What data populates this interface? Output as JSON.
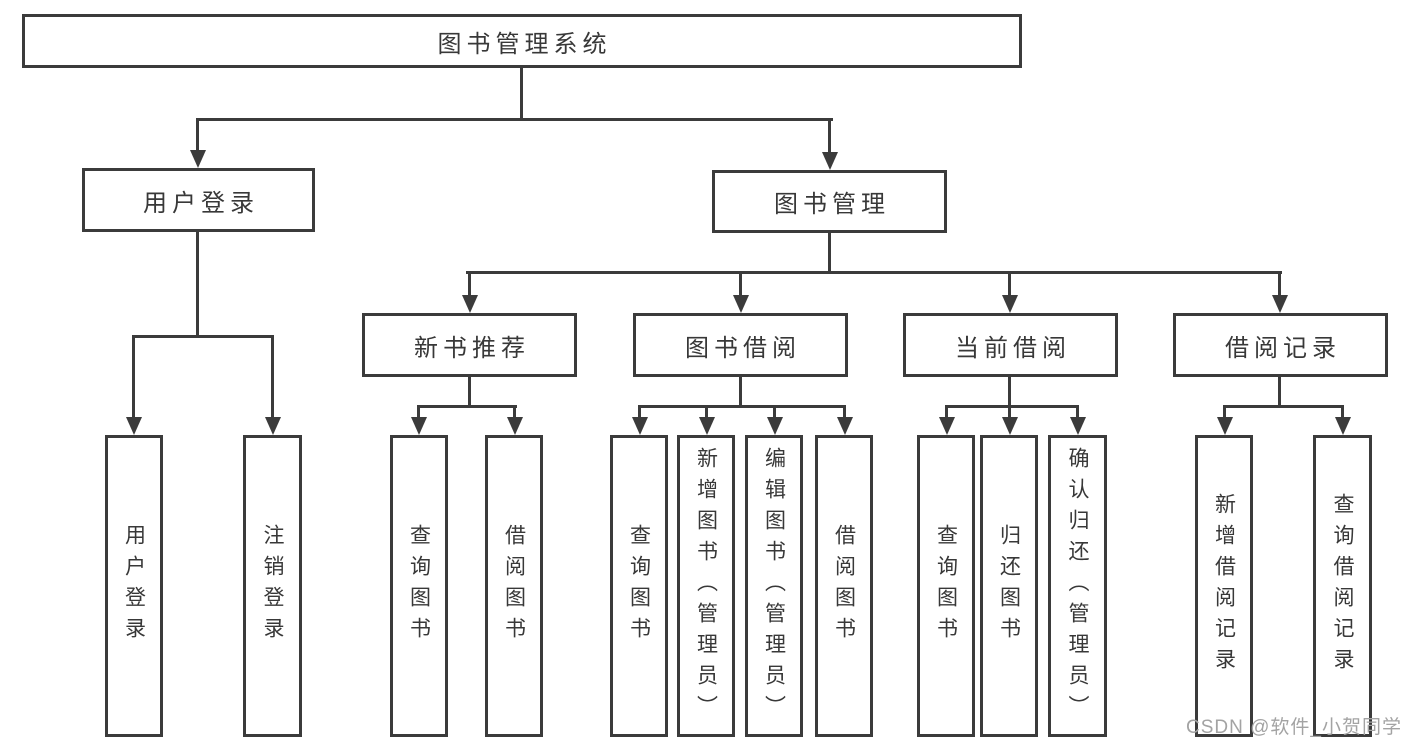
{
  "diagram": {
    "title": "图书管理系统",
    "level2": {
      "user_login": "用户登录",
      "book_management": "图书管理"
    },
    "level3": {
      "new_books": "新书推荐",
      "book_borrow": "图书借阅",
      "current_borrow": "当前借阅",
      "borrow_records": "借阅记录"
    },
    "leaves": {
      "user_login": "用户登录",
      "logout": "注销登录",
      "nb_query_books": "查询图书",
      "nb_borrow_books": "借阅图书",
      "bb_query_books": "查询图书",
      "bb_add_book": "新增图书（管理员）",
      "bb_edit_book": "编辑图书（管理员）",
      "bb_borrow_books": "借阅图书",
      "cb_query_books": "查询图书",
      "cb_return_book": "归还图书",
      "cb_confirm_return": "确认归还（管理员）",
      "br_add_record": "新增借阅记录",
      "br_query_record": "查询借阅记录"
    },
    "watermark": "CSDN @软件_小贺同学",
    "colors": {
      "line": "#3b3b3b",
      "text": "#383838",
      "watermark": "#a3a3a3",
      "background": "#ffffff"
    }
  }
}
